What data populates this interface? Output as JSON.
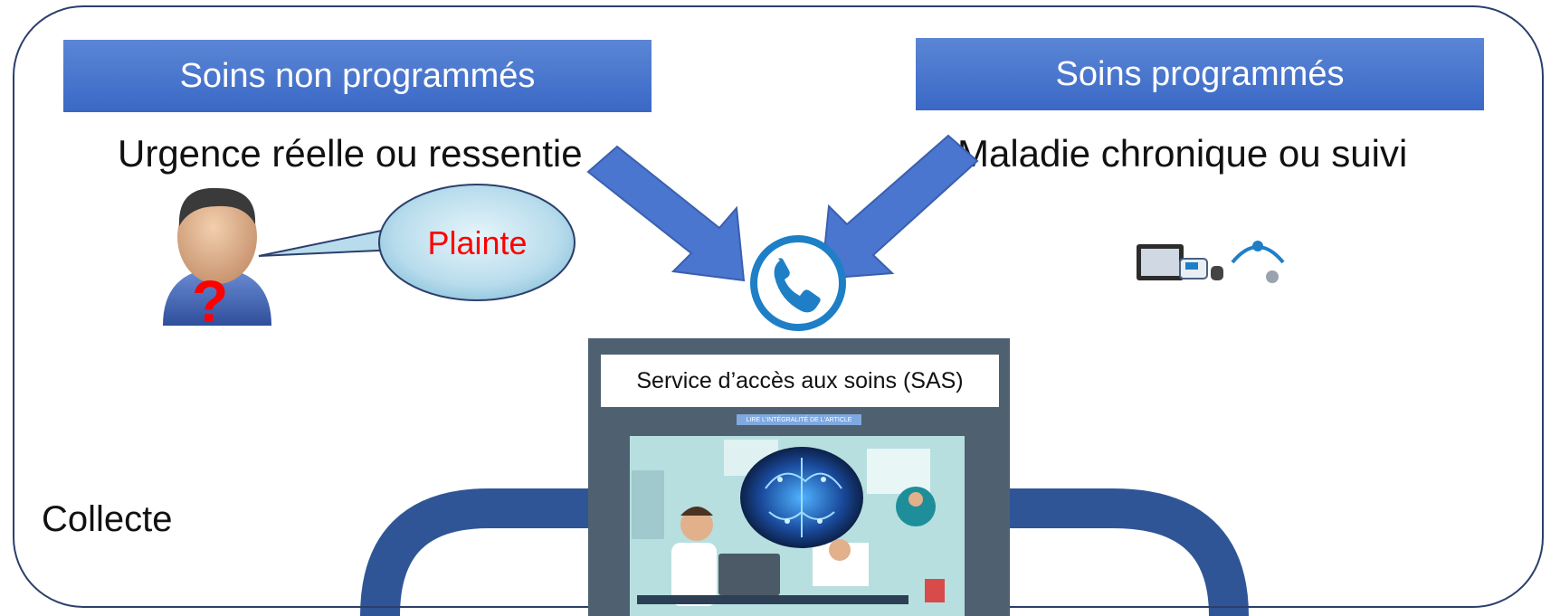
{
  "banners": {
    "left": "Soins non programmés",
    "right": "Soins programmés"
  },
  "subtitles": {
    "left": "Urgence réelle ou ressentie",
    "right": "Maladie chronique ou suivi"
  },
  "bubble": {
    "text": "Plainte"
  },
  "collecte": "Collecte",
  "sas": {
    "title": "Service d’accès aux soins (SAS)",
    "link": "LIRE L'INTÉGRALITÉ DE L'ARTICLE"
  },
  "patient_icon": {
    "mark": "?"
  },
  "colors": {
    "banner": "#4472c4",
    "arrow": "#4a76cf",
    "loop": "#2f5597",
    "frame": "#2c3f6b",
    "plainte": "#ff0000",
    "phone": "#1e7fc6",
    "panel": "#4f6070"
  },
  "icons": [
    "user-question-icon",
    "speech-bubble-icon",
    "phone-icon",
    "medical-devices-icon",
    "brain-circuit-icon",
    "doctor-illustration-icon"
  ]
}
